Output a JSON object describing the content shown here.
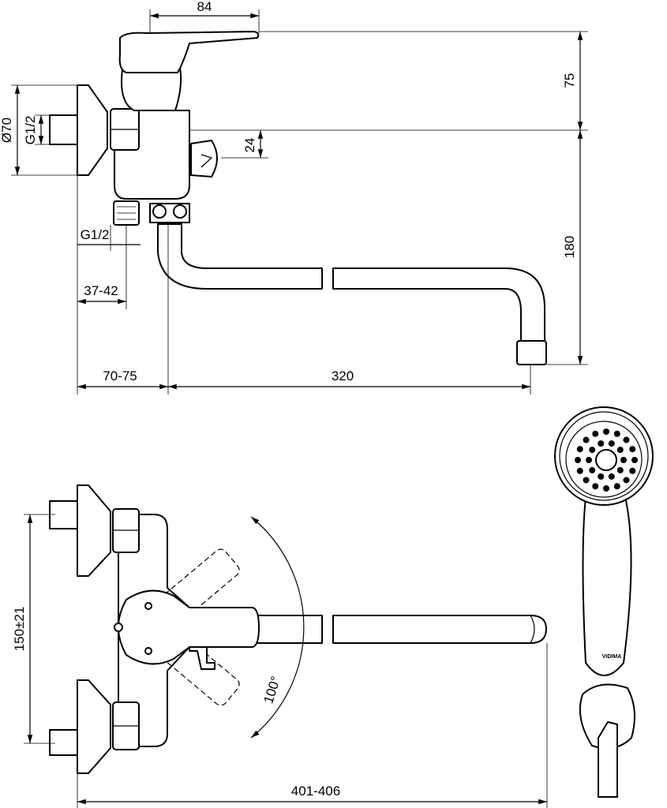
{
  "title": "Wall-mounted bath mixer dimension drawing",
  "dimensions": {
    "handle_reach": "84",
    "handle_height": "75",
    "flange_diameter": "Ø70",
    "thread_inlet": "G1/2",
    "diverter_offset": "24",
    "spout_height": "180",
    "thread_outlet": "G1/2",
    "outlet_offset": "37-42",
    "wall_to_spout": "70-75",
    "spout_reach": "320",
    "inlet_spacing": "150±21",
    "spout_rotation": "100°",
    "total_width": "401-406"
  },
  "brand_logo": "VIDIMA"
}
